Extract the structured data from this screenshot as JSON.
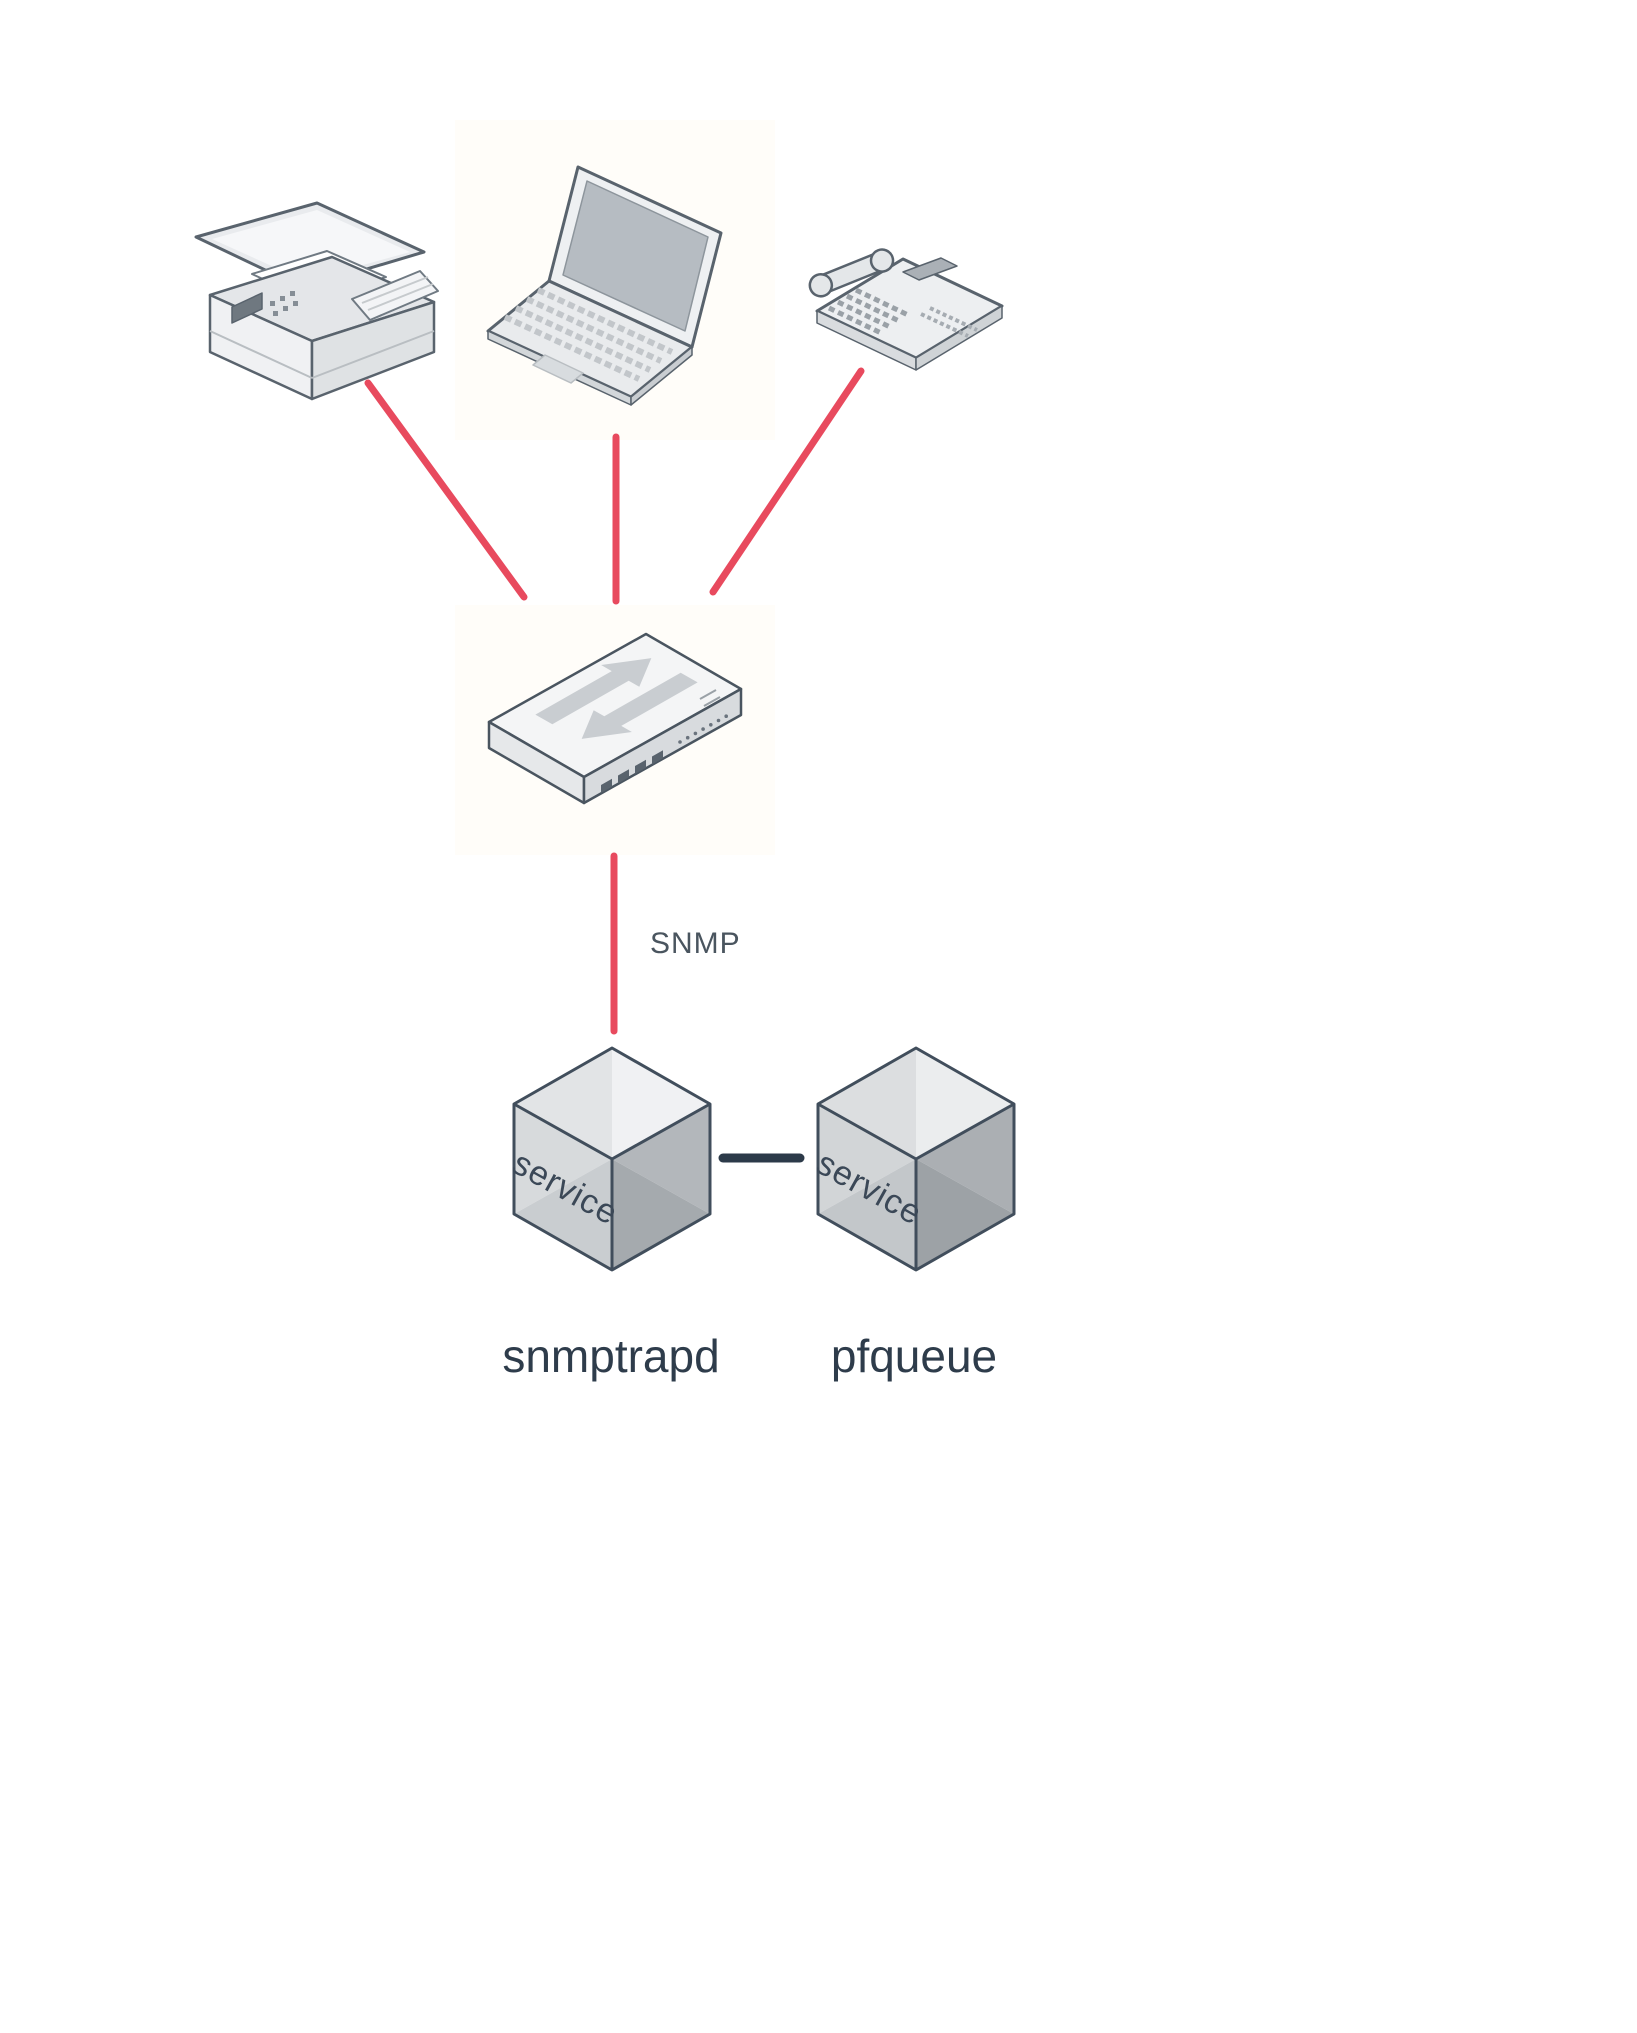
{
  "diagram": {
    "labels": {
      "snmp_link": "SNMP",
      "left_service_name": "snmptrapd",
      "right_service_name": "pfqueue",
      "left_cube_text": "service",
      "right_cube_text": "service"
    },
    "icons": [
      "printer-icon",
      "laptop-icon",
      "desk-phone-icon",
      "network-switch-icon",
      "service-cube-icon",
      "service-cube-icon"
    ],
    "colors": {
      "link_red": "#e84a5e",
      "connector_dark": "#2c3a49",
      "outline_dark": "#414e5c",
      "device_outline": "#59636d",
      "label_text": "#2e3c4b"
    }
  }
}
